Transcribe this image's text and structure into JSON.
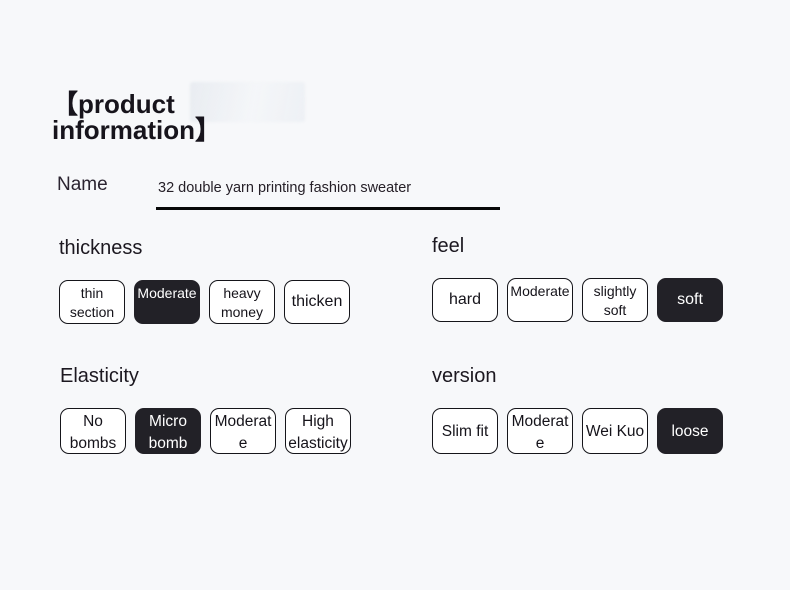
{
  "page": {
    "title": "【product\ninformation】",
    "background_color": "#f7f8fa",
    "selected_chip_color": "#222127",
    "unselected_chip_color": "#ffffff",
    "text_color": "#17141c"
  },
  "name_field": {
    "label": "Name",
    "value": "32 double yarn printing fashion sweater",
    "placeholder": "32 double yarn printing fashion sweater"
  },
  "sections": [
    {
      "id": "thickness",
      "title": "thickness",
      "options": [
        {
          "label": "thin section",
          "selected": false,
          "one_line": false
        },
        {
          "label": "Moderate",
          "selected": true,
          "one_line": false
        },
        {
          "label": "heavy money",
          "selected": false,
          "one_line": false
        },
        {
          "label": "thicken",
          "selected": false,
          "one_line": true
        }
      ]
    },
    {
      "id": "feel",
      "title": "feel",
      "options": [
        {
          "label": "hard",
          "selected": false,
          "one_line": true
        },
        {
          "label": "Moderate",
          "selected": false,
          "one_line": false
        },
        {
          "label": "slightly soft",
          "selected": false,
          "one_line": false
        },
        {
          "label": "soft",
          "selected": true,
          "one_line": true
        }
      ]
    },
    {
      "id": "elasticity",
      "title": "Elasticity",
      "options": [
        {
          "label": "No bombs",
          "selected": false,
          "one_line": false
        },
        {
          "label": "Micro bomb",
          "selected": true,
          "one_line": false
        },
        {
          "label": "Moderate",
          "selected": false,
          "one_line": false
        },
        {
          "label": "High elasticity",
          "selected": false,
          "one_line": false
        }
      ]
    },
    {
      "id": "version",
      "title": "version",
      "options": [
        {
          "label": "Slim fit",
          "selected": false,
          "one_line": true
        },
        {
          "label": "Moderate",
          "selected": false,
          "one_line": false
        },
        {
          "label": "Wei Kuo",
          "selected": false,
          "one_line": true
        },
        {
          "label": "loose",
          "selected": true,
          "one_line": true
        }
      ]
    }
  ]
}
